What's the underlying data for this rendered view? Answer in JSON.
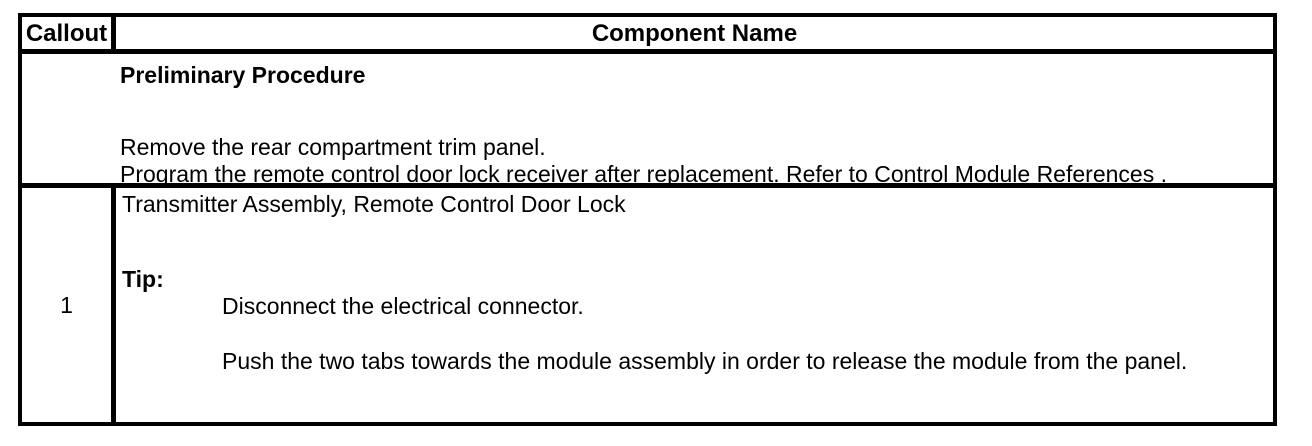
{
  "table": {
    "header": {
      "callout": "Callout",
      "component": "Component Name"
    },
    "preliminary": {
      "title": "Preliminary Procedure",
      "lines": [
        "Remove the rear compartment trim panel.",
        "Program the remote control door lock receiver after replacement. Refer to Control Module References ."
      ]
    },
    "rows": [
      {
        "callout": "1",
        "component_name": "Transmitter Assembly, Remote Control Door Lock",
        "tip_label": "Tip:",
        "tip_lines": [
          "Disconnect the electrical connector.",
          "Push the two tabs towards the module assembly in order to release the module from the panel."
        ]
      }
    ]
  },
  "colors": {
    "text": "#000000",
    "border": "#000000",
    "background": "#ffffff"
  }
}
